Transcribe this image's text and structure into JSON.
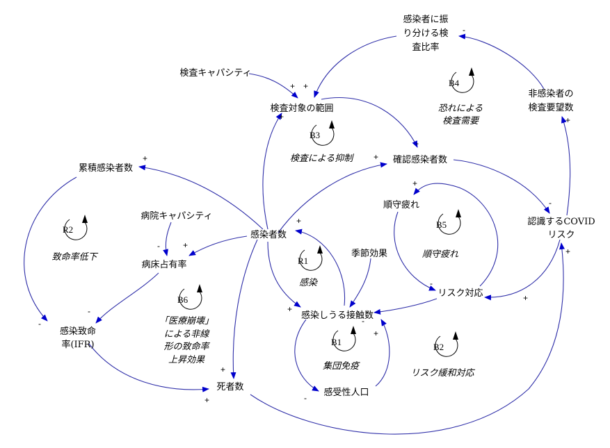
{
  "colors": {
    "edge": "#2d2da8",
    "arrowhead": "#0000cc",
    "text": "#000000",
    "background": "#ffffff"
  },
  "nodes": {
    "test_allocation_ratio": [
      "感染者に振",
      "り分ける検",
      "査比率"
    ],
    "test_capacity": "検査キャパシティ",
    "test_scope": "検査対象の範囲",
    "confirmed_cases": "確認感染者数",
    "cumulative_infected": "累積感染者数",
    "hospital_capacity": "病院キャパシティ",
    "infected": "感染者数",
    "bed_occupancy": "病床占有率",
    "adherence_fatigue_node": "順守疲れ",
    "perceived_risk": [
      "認識するCOVID",
      "リスク"
    ],
    "uninfected_test_demand": [
      "非感染者の",
      "検査要望数"
    ],
    "seasonal_effect": "季節効果",
    "risk_response": "リスク対応",
    "infectious_contacts": "感染しうる接触数",
    "ifr": [
      "感染致命",
      "率(IFR)"
    ],
    "susceptible": "感受性人口",
    "deaths": "死者数"
  },
  "loops": {
    "B4": {
      "id": "B4",
      "name": [
        "恐れによる",
        "検査需要"
      ]
    },
    "B3": {
      "id": "B3",
      "name": "検査による抑制"
    },
    "R2": {
      "id": "R2",
      "name": "致命率低下"
    },
    "B5": {
      "id": "B5",
      "name": "順守疲れ"
    },
    "R1": {
      "id": "R1",
      "name": "感染"
    },
    "B6": {
      "id": "B6",
      "name": [
        "「医療崩壊」",
        "による非線",
        "形の致命率",
        "上昇効果"
      ]
    },
    "B1": {
      "id": "B1",
      "name": "集団免疫"
    },
    "B2": {
      "id": "B2",
      "name": "リスク緩和対応"
    }
  },
  "polarity": {
    "plus": "+",
    "minus": "-"
  }
}
